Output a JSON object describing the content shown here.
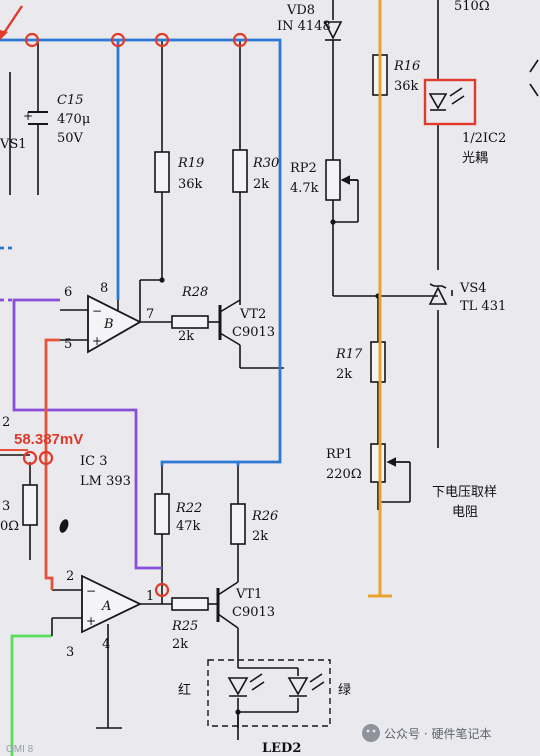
{
  "title": "",
  "components": {
    "vd8": {
      "ref": "VD8",
      "part": "IN 4148"
    },
    "r16": {
      "ref": "R16",
      "value": "36k"
    },
    "r510": {
      "value": "510Ω"
    },
    "c15": {
      "ref": "C15",
      "value": "470μ",
      "voltage": "50V"
    },
    "vs1": {
      "ref": "VS1"
    },
    "ic2": {
      "ref": "1/2IC2",
      "desc": "光耦"
    },
    "r19": {
      "ref": "R19",
      "value": "36k"
    },
    "r30": {
      "ref": "R30",
      "value": "2k"
    },
    "rp2": {
      "ref": "RP2",
      "value": "4.7k"
    },
    "r28": {
      "ref": "R28",
      "value": "2k"
    },
    "vt2": {
      "ref": "VT2",
      "part": "C9013"
    },
    "vs4": {
      "ref": "VS4",
      "part": "TL 431"
    },
    "opamp_b": {
      "ref": "B",
      "pin_minus": "6",
      "pin_plus": "5",
      "pin_out": "7",
      "pin_vcc": "8"
    },
    "r17": {
      "ref": "R17",
      "value": "2k"
    },
    "rp1": {
      "ref": "RP1",
      "value": "220Ω"
    },
    "ic3": {
      "ref": "IC 3",
      "part": "LM 393"
    },
    "r22": {
      "ref": "R22",
      "value": "47k"
    },
    "r26": {
      "ref": "R26",
      "value": "2k"
    },
    "r_left": {
      "ref_fragment": "2",
      "ref_fragment2": "3",
      "value_fragment": "0Ω"
    },
    "opamp_a": {
      "ref": "A",
      "pin_minus": "2",
      "pin_plus": "3",
      "pin_out": "1",
      "pin_gnd": "4"
    },
    "r25": {
      "ref": "R25",
      "value": "2k"
    },
    "vt1": {
      "ref": "VT1",
      "part": "C9013"
    },
    "led2": {
      "ref": "LED2",
      "red_label": "红",
      "green_label": "绿"
    }
  },
  "annotations": {
    "voltage_reading": "58.387mV",
    "sampling_label_line1": "下电压取样",
    "sampling_label_line2": "电阻",
    "watermark": "公众号 · 硬件笔记本",
    "camera_mark": "OMI 8"
  },
  "colors": {
    "rail_blue": "#2f78d6",
    "purple": "#8a4fd8",
    "red_wire": "#e8503a",
    "green_wire": "#57e05a",
    "orange_rail": "#e6a42e",
    "annotation_red": "#e03a2a",
    "ink": "#161616"
  }
}
